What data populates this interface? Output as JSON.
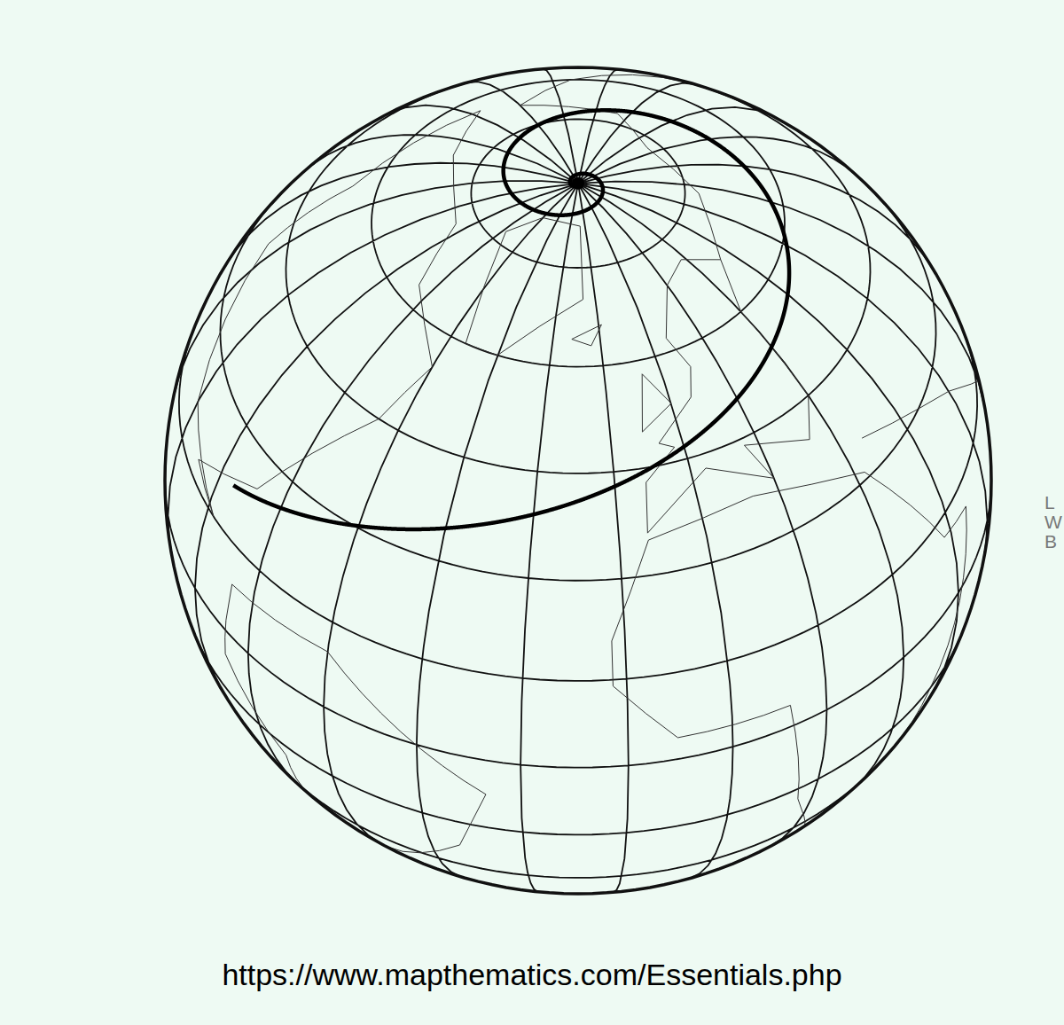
{
  "diagram": {
    "caption": "https://www.mapthematics.com/Essentials.php",
    "labels": [
      "L",
      "W",
      "B"
    ]
  }
}
